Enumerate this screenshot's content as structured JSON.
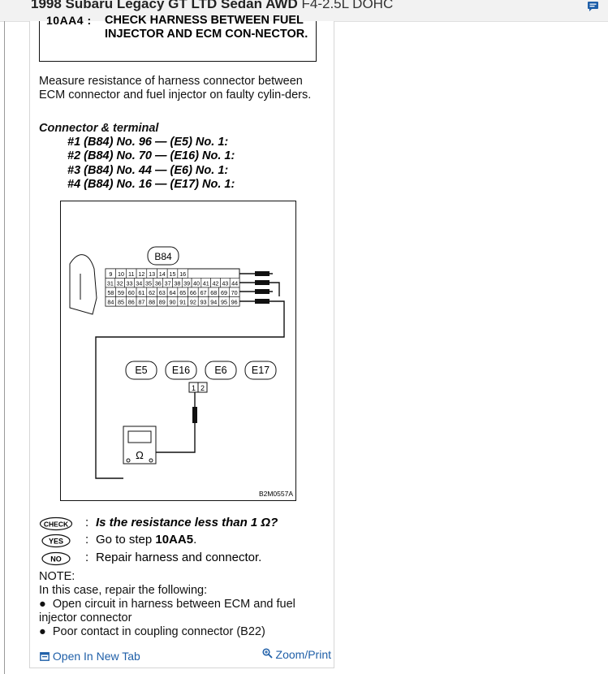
{
  "header": {
    "title_bold": "1998 Subaru Legacy GT LTD Sedan AWD",
    "title_engine": "F4-2.5L DOHC",
    "icon": "chat-icon",
    "accent": "#1f5fa8"
  },
  "step": {
    "id": "10AA4 :",
    "text": "CHECK HARNESS BETWEEN FUEL INJECTOR AND ECM CON-NECTOR."
  },
  "measure_text": "Measure resistance of harness connector between ECM connector and fuel injector on faulty cylin-ders.",
  "connector": {
    "title": "Connector & terminal",
    "lines": [
      "#1 (B84) No. 96 — (E5) No. 1:",
      "#2 (B84) No. 70 — (E16) No. 1:",
      "#3 (B84) No. 44 — (E6) No. 1:",
      "#4 (B84) No. 16 — (E17) No. 1:"
    ]
  },
  "diagram": {
    "main_label": "B84",
    "pin_rows": [
      [
        "9",
        "10",
        "11",
        "12",
        "13",
        "14",
        "15",
        "16"
      ],
      [
        "31",
        "32",
        "33",
        "34",
        "35",
        "36",
        "37",
        "38",
        "39",
        "40",
        "41",
        "42",
        "43",
        "44"
      ],
      [
        "58",
        "59",
        "60",
        "61",
        "62",
        "63",
        "64",
        "65",
        "66",
        "67",
        "68",
        "69",
        "70"
      ],
      [
        "84",
        "85",
        "86",
        "87",
        "88",
        "89",
        "90",
        "91",
        "92",
        "93",
        "94",
        "95",
        "96"
      ]
    ],
    "injector_labels": [
      "E5",
      "E16",
      "E6",
      "E17"
    ],
    "injector_pins": [
      "1",
      "2"
    ],
    "meter_symbol": "Ω",
    "figure_code": "B2M0557A"
  },
  "results": {
    "check_badge": "CHECK",
    "check_text": "Is the resistance less than 1 Ω?",
    "yes_badge": "YES",
    "yes_prefix": "Go to step ",
    "yes_step": "10AA5",
    "yes_suffix": ".",
    "no_badge": "NO",
    "no_text": "Repair harness and connector.",
    "separator": ":"
  },
  "note": {
    "heading": "NOTE:",
    "intro": "In this case, repair the following:",
    "bullets": [
      "Open circuit in harness between ECM and fuel injector connector",
      "Poor contact in coupling connector (B22)"
    ]
  },
  "footer": {
    "open_tab": "Open In New Tab",
    "zoom_print": "Zoom/Print",
    "open_icon": "open-tab-icon",
    "zoom_icon": "zoom-icon"
  }
}
